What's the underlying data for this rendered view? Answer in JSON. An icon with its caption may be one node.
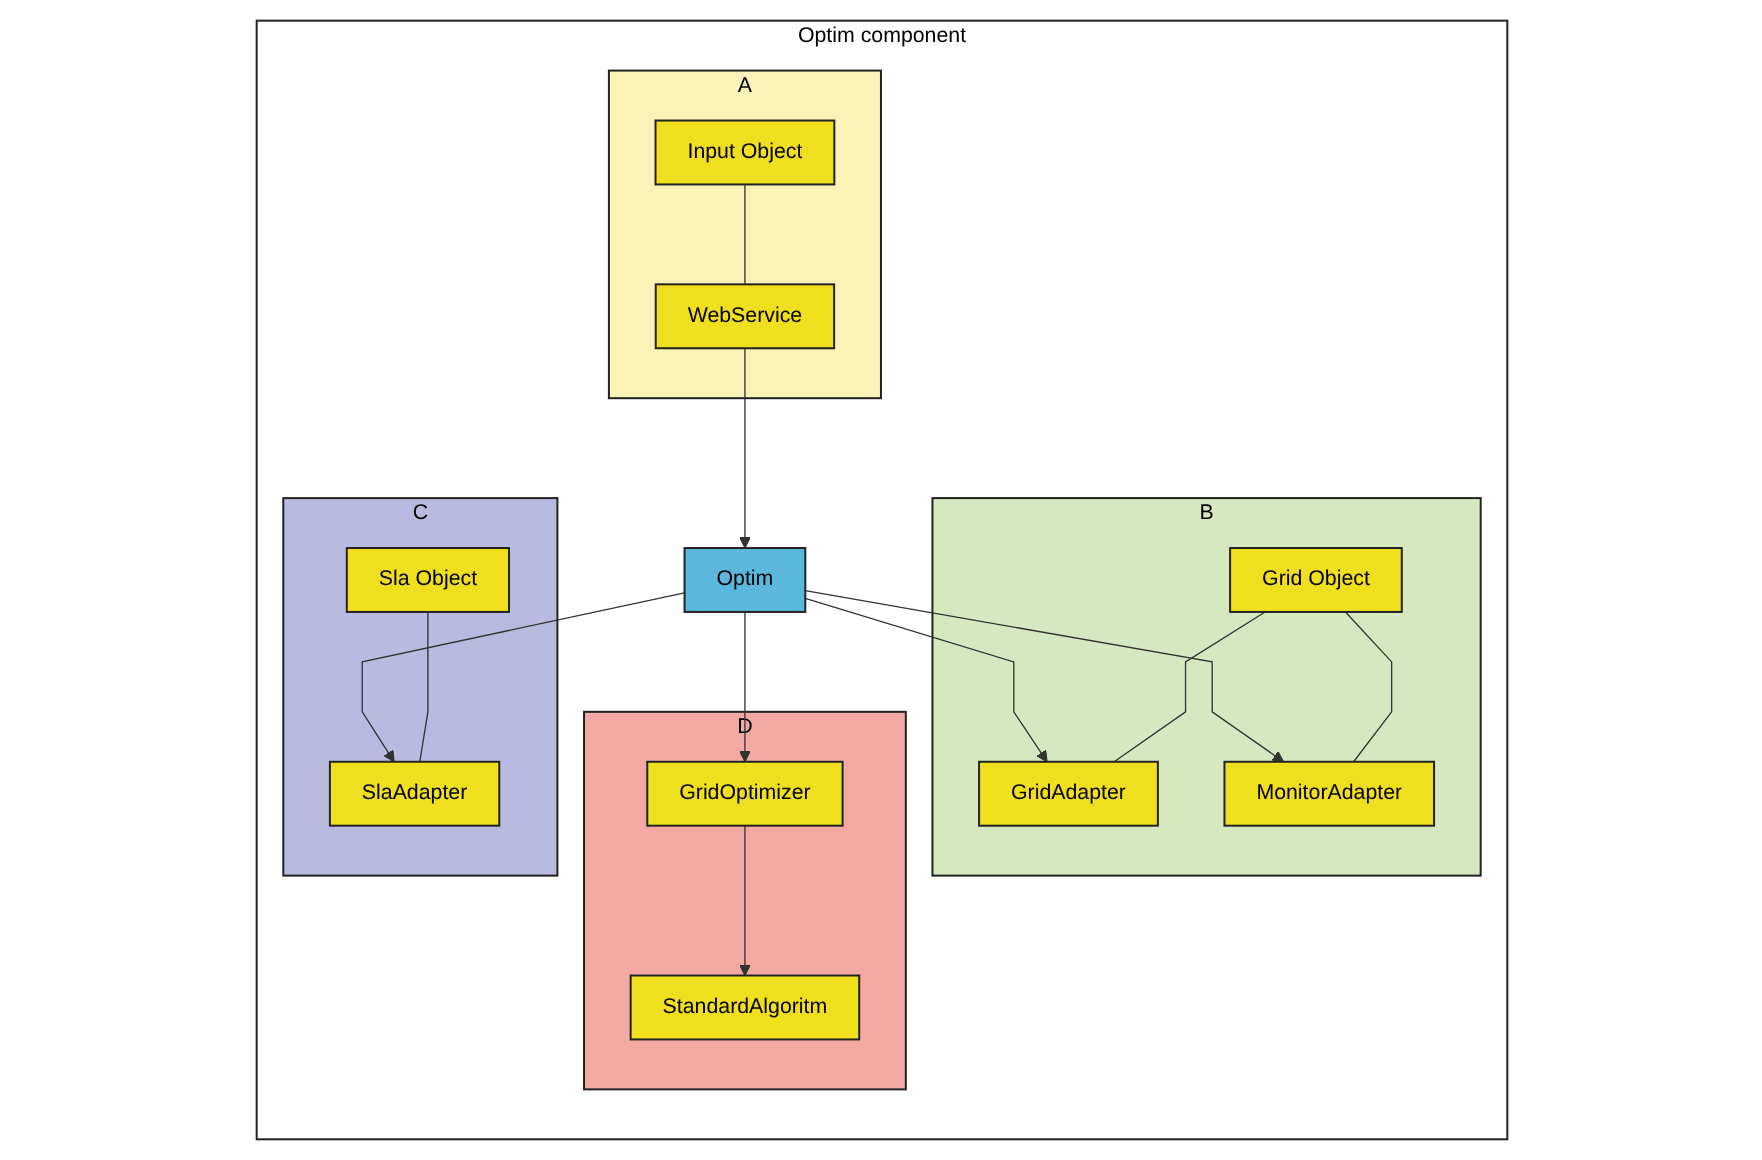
{
  "diagram": {
    "nodes": [
      {
        "text": [
          "Optim component"
        ]
      },
      {
        "text": [
          "A"
        ],
        "in": 0
      },
      {
        "text": [
          "Input Object"
        ],
        "in": 1
      },
      {
        "text": [
          "WebService"
        ],
        "in": 1
      },
      {
        "text": [
          "D"
        ],
        "in": 0
      },
      {
        "text": [
          "StandardAlgoritm"
        ],
        "in": 4
      },
      {
        "text": [
          "GridOptimizer"
        ],
        "in": 4
      },
      {
        "text": [
          "Optim"
        ],
        "in": 0
      },
      {
        "text": [
          "B"
        ],
        "in": 0
      },
      {
        "text": [
          "Grid Object"
        ],
        "in": 8
      },
      {
        "text": [
          "GridAdapter"
        ],
        "in": 8
      },
      {
        "text": [
          "MonitorAdapter"
        ],
        "in": 8
      },
      {
        "text": [
          "C"
        ],
        "in": 0
      },
      {
        "text": [
          "Sla Object"
        ],
        "in": 12
      },
      {
        "text": [
          "SlaAdapter"
        ],
        "in": 12
      }
    ],
    "edges": [
      {
        "from": 2,
        "to": 3,
        "arrow": "none"
      },
      {
        "from": 3,
        "to": 7,
        "arrow": "to"
      },
      {
        "from": 6,
        "to": 5,
        "arrow": "to"
      },
      {
        "from": 7,
        "to": 6,
        "arrow": "to"
      },
      {
        "from": 7,
        "to": 10,
        "arrow": "to"
      },
      {
        "from": 7,
        "to": 11,
        "arrow": "to"
      },
      {
        "from": 7,
        "to": 14,
        "arrow": "to"
      },
      {
        "from": 9,
        "to": 10,
        "arrow": "none"
      },
      {
        "from": 9,
        "to": 11,
        "arrow": "none"
      },
      {
        "from": 13,
        "to": 14,
        "arrow": "none"
      }
    ]
  }
}
